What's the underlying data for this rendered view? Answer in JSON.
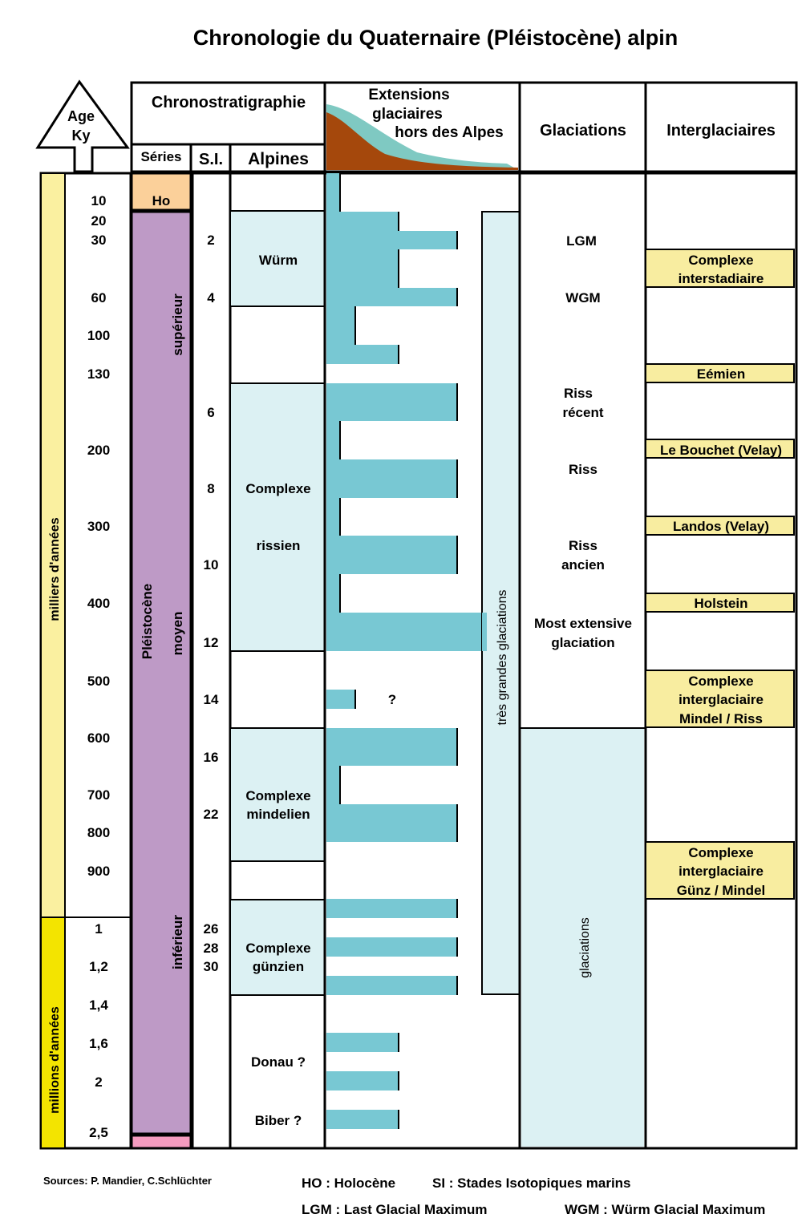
{
  "title": "Chronologie du Quaternaire (Pléistocène) alpin",
  "colors": {
    "ho": "#fbd09a",
    "pleistocene": "#be9ac6",
    "base": "#f59bbf",
    "stage_bg": "#dcf1f3",
    "extension_bar": "#78c8d3",
    "interglacial": "#f8eda0",
    "scale_thousand": "#faf0a0",
    "scale_million": "#f3e400",
    "glacier_brown": "#a5480c",
    "glacier_cyan": "#7fc9c2"
  },
  "header": {
    "age_label_1": "Age",
    "age_label_2": "Ky",
    "chrono": "Chronostratigraphie",
    "series": "Séries",
    "si": "S.I.",
    "alpines": "Alpines",
    "extensions_1": "Extensions",
    "extensions_2": "glaciaires",
    "extensions_3": "hors des Alpes",
    "glaciations": "Glaciations",
    "interglaciaires": "Interglaciaires"
  },
  "scale": {
    "thousands_label": "milliers  d'années",
    "millions_label": "millions  d'années",
    "ticks": [
      "10",
      "20",
      "30",
      "60",
      "100",
      "130",
      "200",
      "300",
      "400",
      "500",
      "600",
      "700",
      "800",
      "900",
      "1",
      "1,2",
      "1,4",
      "1,6",
      "2",
      "2,5"
    ]
  },
  "series": {
    "ho": "Ho",
    "superieur": "supérieur",
    "pleistocene": "Pléistocène",
    "moyen": "moyen",
    "inferieur": "inférieur"
  },
  "si_values": [
    "2",
    "4",
    "6",
    "8",
    "10",
    "12",
    "14",
    "16",
    "22",
    "26",
    "28",
    "30"
  ],
  "alpines": {
    "wurm": "Würm",
    "rissien_1": "Complexe",
    "rissien_2": "rissien",
    "mindelien_1": "Complexe",
    "mindelien_2": "mindelien",
    "gunzien_1": "Complexe",
    "gunzien_2": "günzien",
    "donau": "Donau  ?",
    "biber": "Biber  ?"
  },
  "extensions": {
    "question": "?",
    "tres_grandes": "très grandes glaciations"
  },
  "glaciations": {
    "lgm": "LGM",
    "wgm": "WGM",
    "riss_recent_1": "Riss",
    "riss_recent_2": "récent",
    "riss": "Riss",
    "riss_ancien_1": "Riss",
    "riss_ancien_2": "ancien",
    "most_1": "Most extensive",
    "most_2": "glaciation",
    "glaciations_vertical": "glaciations"
  },
  "interglaciaires": {
    "complexe_interstadiaire_1": "Complexe",
    "complexe_interstadiaire_2": "interstadiaire",
    "eemien": "Eémien",
    "le_bouchet": "Le Bouchet (Velay)",
    "landos": "Landos (Velay)",
    "holstein": "Holstein",
    "mindel_riss_1": "Complexe",
    "mindel_riss_2": "interglaciaire",
    "mindel_riss_3": "Mindel / Riss",
    "gunz_mindel_1": "Complexe",
    "gunz_mindel_2": "interglaciaire",
    "gunz_mindel_3": "Günz / Mindel"
  },
  "footer": {
    "sources": "Sources:  P. Mandier, C.Schlüchter",
    "ho": "HO : Holocène",
    "si": "SI : Stades Isotopiques marins",
    "lgm": "LGM : Last Glacial Maximum",
    "wgm": "WGM : Würm Glacial Maximum"
  }
}
